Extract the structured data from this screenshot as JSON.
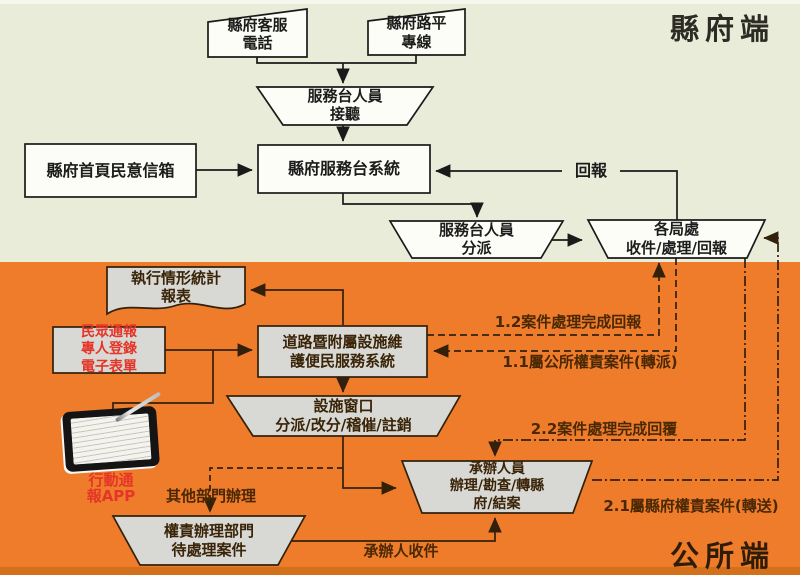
{
  "titles": {
    "county": "縣府端",
    "township": "公所端"
  },
  "nodes": {
    "county_phone": "縣府客服\n電話",
    "road_hotline": "縣府路平\n專線",
    "desk_reception": "服務台人員\n接聽",
    "opinion_mailbox": "縣府首頁民意信箱",
    "desk_system": "縣府服務台系統",
    "desk_dispatch": "服務台人員\n分派",
    "bureaus": "各局處\n收件/處理/回報",
    "stats_report": "執行情形統計\n報表",
    "public_form": "民眾通報\n專人登錄\n電子表單",
    "road_system": "道路暨附屬設施維\n護便民服務系統",
    "facility_window": "設施窗口\n分派/改分/稽催/註銷",
    "handler": "承辦人員\n辦理/勘查/轉縣\n府/結案",
    "pending_dept": "權責辦理部門\n待處理案件",
    "mobile_app": "行動通\n報APP"
  },
  "edge_labels": {
    "report_back": "回報",
    "flow_1_2": "1.2案件處理完成回報",
    "flow_1_1": "1.1屬公所權責案件(轉派)",
    "flow_2_2": "2.2案件處理完成回覆",
    "flow_2_1": "2.1屬縣府權責案件(轉送)",
    "other_dept": "其他部門辦理",
    "handler_receive": "承辦人收件"
  },
  "colors": {
    "bg_top": "#e9ecd8",
    "bg_bottom": "#ee7c2b",
    "bg_bottom_edge": "#d2701c",
    "shape_fill_top": "#fdfdf7",
    "shape_fill_bottom": "#d8d8d4",
    "line_top": "#1a1a1a",
    "line_bottom": "#33200a",
    "accent_red": "#e53528",
    "label_brown": "#4a2804"
  }
}
